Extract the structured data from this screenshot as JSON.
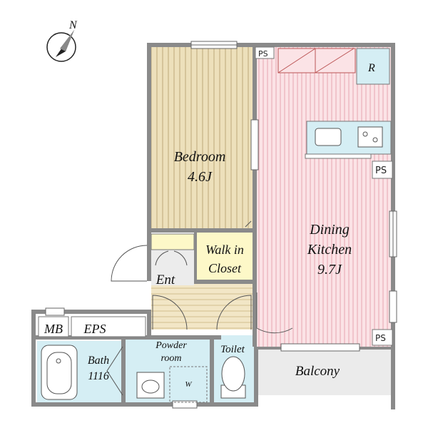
{
  "compass": {
    "north_label": "N"
  },
  "rooms": {
    "bedroom": {
      "name": "Bedroom",
      "size": "4.6J"
    },
    "walk_in_closet": {
      "line1": "Walk in",
      "line2": "Closet"
    },
    "dining_kitchen": {
      "line1": "Dining",
      "line2": "Kitchen",
      "size": "9.7J"
    },
    "entrance": {
      "name": "Ent"
    },
    "mb": {
      "name": "MB"
    },
    "eps": {
      "name": "EPS"
    },
    "bath": {
      "name": "Bath",
      "size": "1116"
    },
    "powder_room": {
      "line1": "Powder",
      "line2": "room"
    },
    "washer": {
      "name": "W"
    },
    "toilet": {
      "name": "Toilet"
    },
    "balcony": {
      "name": "Balcony"
    },
    "refrigerator": {
      "name": "R"
    }
  },
  "pipe_spaces": [
    "PS",
    "PS",
    "PS"
  ],
  "colors": {
    "bedroom_floor": "#ede0bb",
    "bedroom_line": "#cbb98c",
    "kitchen_floor": "#fbe3e6",
    "kitchen_line": "#e7a6b0",
    "closet_floor": "#fdf8c8",
    "wet_area": "#d5eef4",
    "hall_floor": "#f2e6c6",
    "balcony": "#ebebeb",
    "wall": "#8a8a8a"
  }
}
